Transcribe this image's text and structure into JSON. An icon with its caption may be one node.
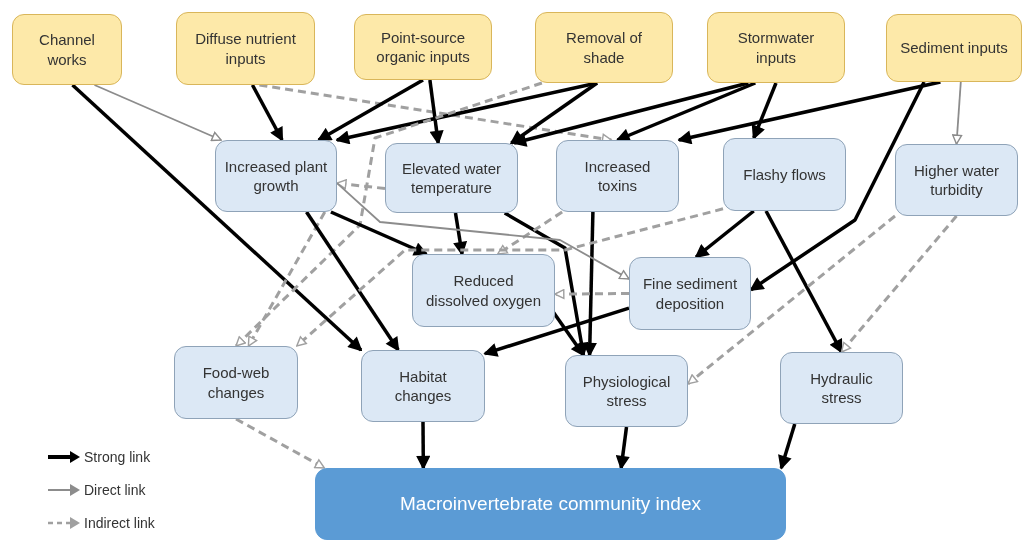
{
  "diagram": {
    "nodes": [
      {
        "text": [
          "Channel works"
        ]
      },
      {
        "text": [
          "Diffuse nutrient inputs"
        ]
      },
      {
        "text": [
          "Point-source organic inputs"
        ]
      },
      {
        "text": [
          "Removal of shade"
        ]
      },
      {
        "text": [
          "Stormwater inputs"
        ]
      },
      {
        "text": [
          "Sediment inputs"
        ]
      },
      {
        "text": [
          "Increased plant growth"
        ]
      },
      {
        "text": [
          "Elevated water temperature"
        ]
      },
      {
        "text": [
          "Increased toxins"
        ]
      },
      {
        "text": [
          "Flashy flows"
        ]
      },
      {
        "text": [
          "Higher water turbidity"
        ]
      },
      {
        "text": [
          "Reduced dissolved oxygen"
        ]
      },
      {
        "text": [
          "Fine sediment deposition"
        ]
      },
      {
        "text": [
          "Food-web changes"
        ]
      },
      {
        "text": [
          "Habitat changes"
        ]
      },
      {
        "text": [
          "Physiological stress"
        ]
      },
      {
        "text": [
          "Hydraulic stress"
        ]
      },
      {
        "text": [
          "Macroinvertebrate community index"
        ]
      }
    ],
    "edges": [
      {
        "from": 0,
        "to": 14,
        "arrow": "to"
      },
      {
        "from": 0,
        "to": 6,
        "arrow": "to",
        "color": "#8c8c8c"
      },
      {
        "from": 1,
        "to": 6,
        "arrow": "to"
      },
      {
        "from": 1,
        "to": 8,
        "arrow": "to",
        "style": "dashed",
        "color": "#a0a0a0"
      },
      {
        "from": 2,
        "to": 6,
        "arrow": "to"
      },
      {
        "from": 2,
        "to": 7,
        "arrow": "to"
      },
      {
        "from": 3,
        "to": 6,
        "arrow": "to"
      },
      {
        "from": 3,
        "to": 7,
        "arrow": "to"
      },
      {
        "from": 3,
        "to": 13,
        "arrow": "to",
        "style": "dashed",
        "color": "#a0a0a0"
      },
      {
        "from": 4,
        "to": 7,
        "arrow": "to"
      },
      {
        "from": 4,
        "to": 8,
        "arrow": "to"
      },
      {
        "from": 4,
        "to": 9,
        "arrow": "to"
      },
      {
        "from": 5,
        "to": 8,
        "arrow": "to"
      },
      {
        "from": 5,
        "to": 12,
        "arrow": "to"
      },
      {
        "from": 5,
        "to": 10,
        "arrow": "to",
        "color": "#8c8c8c"
      },
      {
        "from": 7,
        "to": 6,
        "arrow": "to",
        "style": "dashed",
        "color": "#a0a0a0"
      },
      {
        "from": 6,
        "to": 13,
        "arrow": "to",
        "style": "dashed",
        "color": "#a0a0a0"
      },
      {
        "from": 6,
        "to": 11,
        "arrow": "to"
      },
      {
        "from": 6,
        "to": 14,
        "arrow": "to"
      },
      {
        "from": 7,
        "to": 11,
        "arrow": "to"
      },
      {
        "from": 7,
        "to": 15,
        "arrow": "to"
      },
      {
        "from": 8,
        "to": 11,
        "arrow": "to",
        "style": "dashed",
        "color": "#a0a0a0"
      },
      {
        "from": 8,
        "to": 15,
        "arrow": "to"
      },
      {
        "from": 9,
        "to": 13,
        "arrow": "to",
        "style": "dashed",
        "color": "#a0a0a0"
      },
      {
        "from": 9,
        "to": 12,
        "arrow": "to"
      },
      {
        "from": 9,
        "to": 16,
        "arrow": "to"
      },
      {
        "from": 12,
        "to": 11,
        "arrow": "to",
        "style": "dashed",
        "color": "#a0a0a0"
      },
      {
        "from": 12,
        "to": 14,
        "arrow": "to"
      },
      {
        "from": 11,
        "to": 15,
        "arrow": "to"
      },
      {
        "from": 6,
        "to": 12,
        "arrow": "to",
        "color": "#8c8c8c"
      },
      {
        "from": 10,
        "to": 15,
        "arrow": "to",
        "style": "dashed",
        "color": "#a0a0a0"
      },
      {
        "from": 10,
        "to": 16,
        "arrow": "to",
        "style": "dashed",
        "color": "#a0a0a0"
      },
      {
        "from": 13,
        "to": 17,
        "arrow": "to",
        "style": "dashed",
        "color": "#a0a0a0"
      },
      {
        "from": 14,
        "to": 17,
        "arrow": "to"
      },
      {
        "from": 15,
        "to": 17,
        "arrow": "to"
      },
      {
        "from": 16,
        "to": 17,
        "arrow": "to"
      }
    ],
    "legend": [
      {
        "text": "Strong link"
      },
      {
        "text": "Direct link"
      },
      {
        "text": "Indirect link"
      }
    ]
  }
}
